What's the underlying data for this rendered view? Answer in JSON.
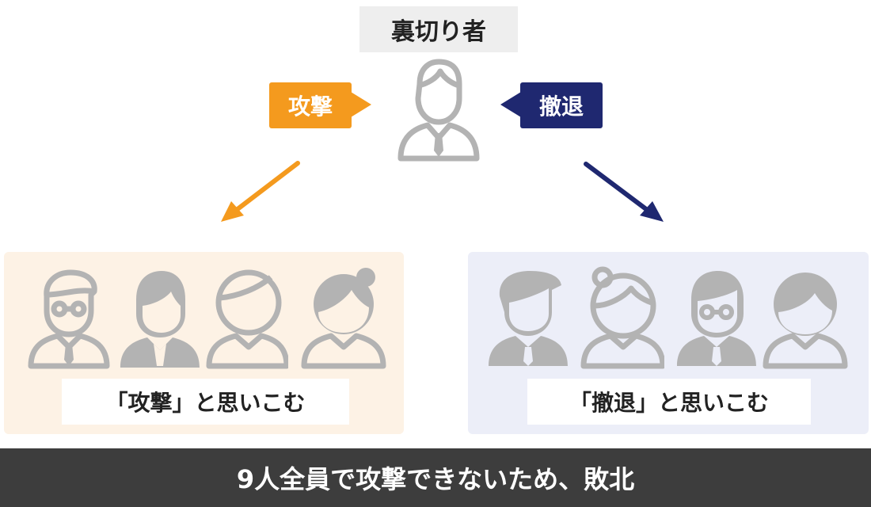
{
  "header": {
    "title": "裏切り者"
  },
  "callouts": {
    "attack": "攻撃",
    "retreat": "撤退"
  },
  "colors": {
    "attack": "#f49a1e",
    "retreat": "#1f2870",
    "person": "#b3b3b3"
  },
  "groups": {
    "attack": {
      "label": "「攻撃」と思いこむ"
    },
    "retreat": {
      "label": "「撤退」と思いこむ"
    }
  },
  "footer": {
    "text": "9人全員で攻撃できないため、敗北"
  }
}
